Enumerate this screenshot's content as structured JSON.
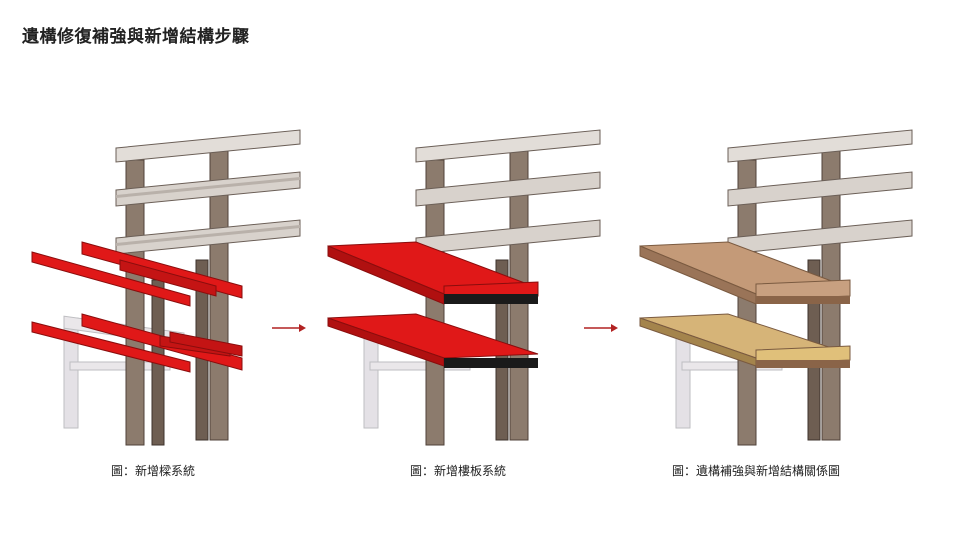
{
  "page": {
    "title": "遺構修復補強與新增結構步驟"
  },
  "panels": [
    {
      "id": "beam-system",
      "caption": "圖：新增樑系統",
      "fill_color": "#e01818"
    },
    {
      "id": "floor-slab-system",
      "caption": "圖：新增樓板系統",
      "fill_color": "#e01818"
    },
    {
      "id": "combined-relationship",
      "caption": "圖：遺構補強與新增結構關係圖",
      "fill_color": "#b88a64"
    }
  ],
  "colors": {
    "arrow": "#b22222",
    "ruin_stone": "#d8d2cc",
    "ruin_dark": "#6e5e52",
    "new_steel": "#e01818",
    "timber": "#c49a78",
    "timber_light": "#e0c07a"
  }
}
